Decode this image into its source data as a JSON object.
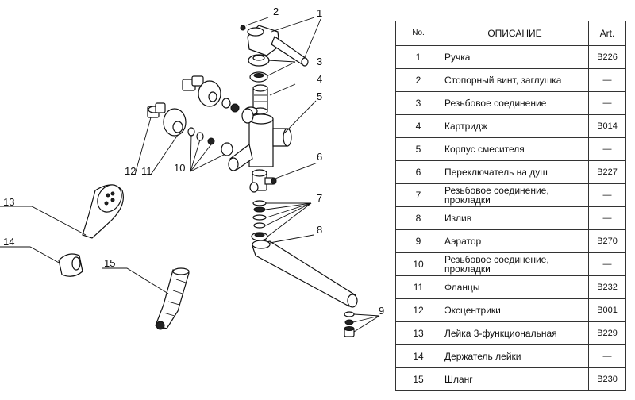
{
  "table": {
    "headers": {
      "no": "No.",
      "desc": "ОПИСАНИЕ",
      "art": "Art."
    },
    "rows": [
      {
        "no": "1",
        "desc": "Ручка",
        "art": "B226"
      },
      {
        "no": "2",
        "desc": "Стопорный винт, заглушка",
        "art": "—"
      },
      {
        "no": "3",
        "desc": "Резьбовое соединение",
        "art": "—"
      },
      {
        "no": "4",
        "desc": "Картридж",
        "art": "B014"
      },
      {
        "no": "5",
        "desc": "Корпус смесителя",
        "art": "—"
      },
      {
        "no": "6",
        "desc": "Переключатель на душ",
        "art": "B227"
      },
      {
        "no": "7",
        "desc": "Резьбовое соединение, прокладки",
        "art": "—"
      },
      {
        "no": "8",
        "desc": "Излив",
        "art": "—"
      },
      {
        "no": "9",
        "desc": "Аэратор",
        "art": "B270"
      },
      {
        "no": "10",
        "desc": "Резьбовое соединение, прокладки",
        "art": "—"
      },
      {
        "no": "11",
        "desc": "Фланцы",
        "art": "B232"
      },
      {
        "no": "12",
        "desc": "Эксцентрики",
        "art": "B001"
      },
      {
        "no": "13",
        "desc": "Лейка 3-функциональная",
        "art": "B229"
      },
      {
        "no": "14",
        "desc": "Держатель лейки",
        "art": "—"
      },
      {
        "no": "15",
        "desc": "Шланг",
        "art": "B230"
      }
    ]
  },
  "diagram": {
    "callouts": {
      "c1": "1",
      "c2": "2",
      "c3": "3",
      "c4": "4",
      "c5": "5",
      "c6": "6",
      "c7": "7",
      "c8": "8",
      "c9": "9",
      "c10": "10",
      "c11": "11",
      "c12": "12",
      "c13": "13",
      "c14": "14",
      "c15": "15"
    }
  }
}
